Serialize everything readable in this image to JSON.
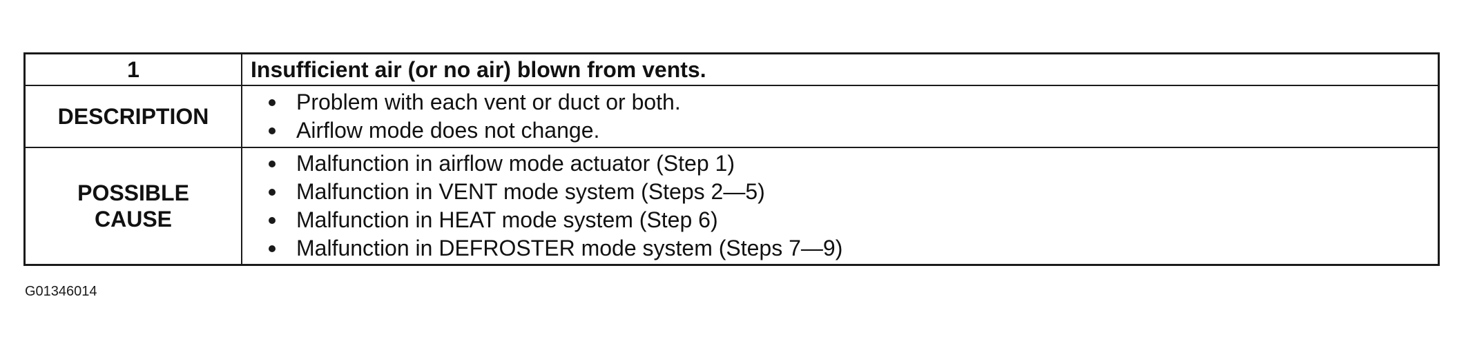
{
  "table": {
    "header": {
      "number": "1",
      "title": "Insufficient air (or no air) blown from vents."
    },
    "description": {
      "label": "DESCRIPTION",
      "items": [
        "Problem with each vent or duct or both.",
        "Airflow mode does not change."
      ]
    },
    "possible_cause": {
      "label_line1": "POSSIBLE",
      "label_line2": "CAUSE",
      "items": [
        "Malfunction in airflow mode actuator (Step 1)",
        "Malfunction in VENT mode system (Steps 2—5)",
        "Malfunction in HEAT mode system (Step 6)",
        "Malfunction in DEFROSTER mode system (Steps 7—9)"
      ]
    }
  },
  "figure_id": "G01346014"
}
